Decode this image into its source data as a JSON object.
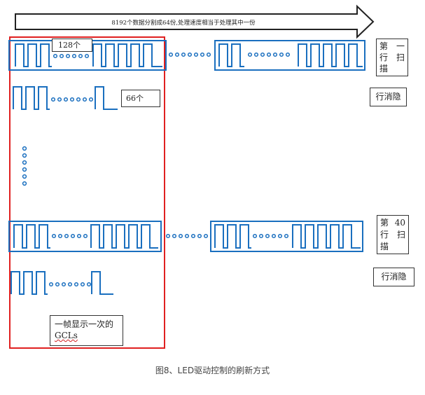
{
  "arrow_label": "8192个数据分割成64份,处理速度相当于处理其中一份",
  "group1": {
    "count_label": "128个",
    "scan_label": [
      "第",
      "一",
      "行",
      "扫",
      "描"
    ],
    "blank_label": "行消隐"
  },
  "group2": {
    "count_label": "66个"
  },
  "group3": {
    "scan_label": [
      "第",
      "40",
      "行",
      "扫",
      "描"
    ],
    "blank_label": "行消隐"
  },
  "frame_label_line1": "一帧显示一次的",
  "frame_label_line2": "GCLs",
  "caption": "图8、LED驱动控制的刷新方式",
  "colors": {
    "wave": "#1a6fbf",
    "frame": "#e02020",
    "outline": "#222222"
  }
}
